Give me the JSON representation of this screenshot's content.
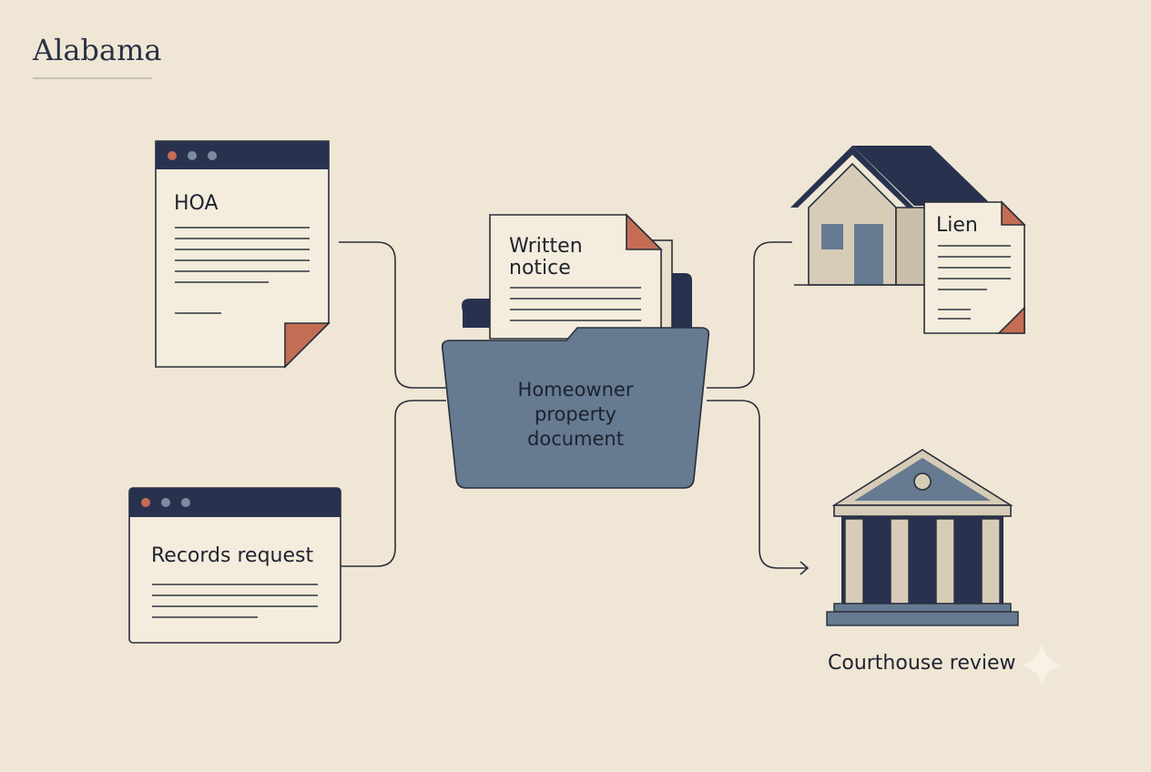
{
  "title": "Alabama",
  "nodes": {
    "hoa": "HOA",
    "records_request": "Records request",
    "written_notice_line1": "Written",
    "written_notice_line2": "notice",
    "folder_line1": "Homeowner",
    "folder_line2": "property",
    "folder_line3": "document",
    "lien": "Lien",
    "courthouse": "Courthouse review"
  },
  "colors": {
    "background": "#efe6d5",
    "navy": "#28324f",
    "slate": "#667a91",
    "accent": "#c56c55",
    "paper": "#f4ecdc"
  }
}
